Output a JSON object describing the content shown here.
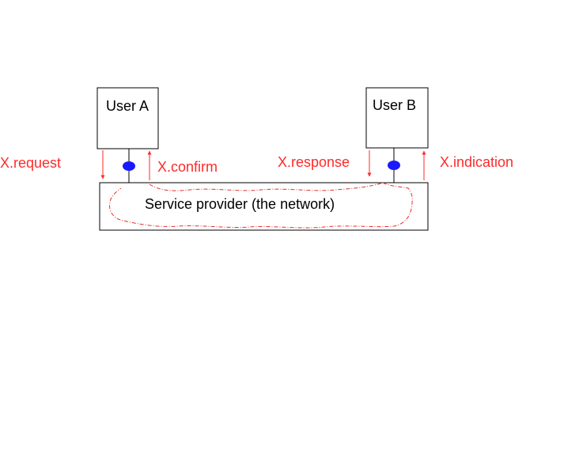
{
  "diagram": {
    "user_a": {
      "label": "User A"
    },
    "user_b": {
      "label": "User B"
    },
    "network": {
      "label": "Service provider (the network)"
    },
    "primitives": {
      "request": "X.request",
      "confirm": "X.confirm",
      "response": "X.response",
      "indication": "X.indication"
    }
  },
  "colors": {
    "primitive": "#ff2a2a",
    "access_point": "#1a1aff",
    "outline": "#000000",
    "path": "#e03030"
  }
}
